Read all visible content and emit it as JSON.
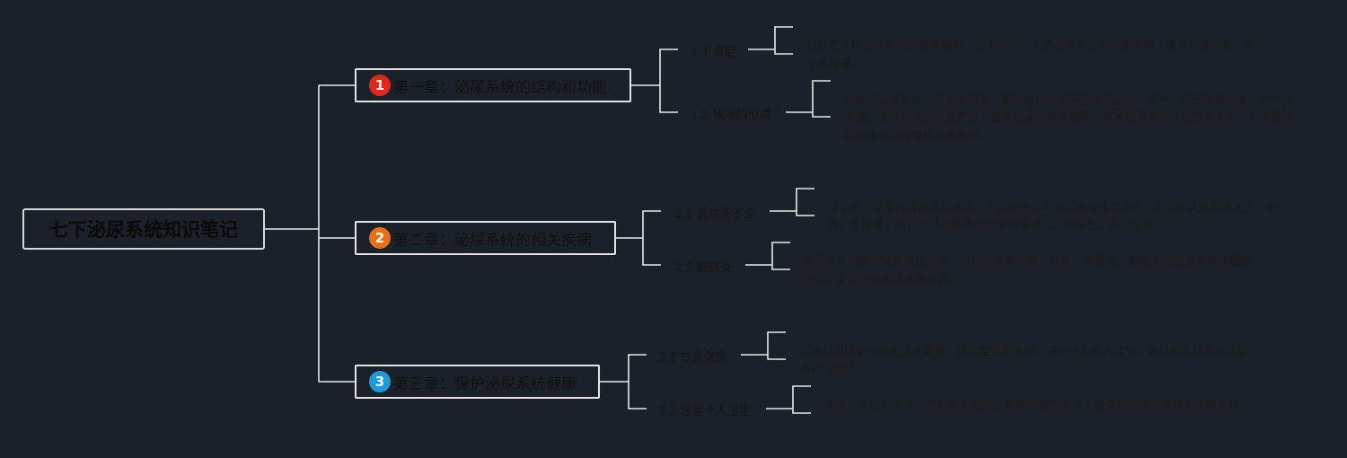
{
  "root": {
    "title": "七下泌尿系统知识笔记"
  },
  "chapters": [
    {
      "badge": "1",
      "badge_color": "#e0291b",
      "title": "第一章：泌尿系统的结构和功能",
      "sections": [
        {
          "label": "1.1 肾脏",
          "description": "肾脏是人体泌尿系统的重要器官，位于腰部，主要功能有排除代谢废物、调节体液平衡、产生尿液等。"
        },
        {
          "label": "1.2 尿液的形成",
          "description": "尿液的形成是通过肾脏的滤过、重吸收和分泌等过程完成的，其中，滤过是指血液中的小分子通过肾小球滤出形成原尿，重吸收是指将原尿中的有用物质重新吸收到血液中，分泌是指将血液中的废物排入尿液中。"
        }
      ]
    },
    {
      "badge": "2",
      "badge_color": "#e8701c",
      "title": "第二章：泌尿系统的相关疾病",
      "sections": [
        {
          "label": "2.1 肾功能不全",
          "description": "肾功能不全是指肾脏功能减退，不能维持正常的代谢和排泄功能，常见症状有尿量减少、水肿、血尿等。常见的肾功能不全的原因有肾炎、肾结石、高血压等。"
        },
        {
          "label": "2.2 膀胱炎",
          "description": "膀胱炎是指膀胱黏膜发生炎症，常见症状有尿频、尿急、尿痛等。膀胱炎的主要原因是细菌感染，常见的细菌是大肠杆菌。"
        }
      ]
    },
    {
      "badge": "3",
      "badge_color": "#1e9ad8",
      "title": "第三章：保护泌尿系统健康",
      "sections": [
        {
          "label": "3.1 饮食健康",
          "description": "饮食对泌尿系统健康至关重要，应合理搭配食物，避免过多摄入盐分、糖分和脂肪等对肾脏不利的物质。"
        },
        {
          "label": "3.2 注意个人卫生",
          "description": "保持个人卫生干净，特别是女生应注意外阴部的清洁，避免细菌感染蔓延到泌尿系统。"
        }
      ]
    }
  ]
}
